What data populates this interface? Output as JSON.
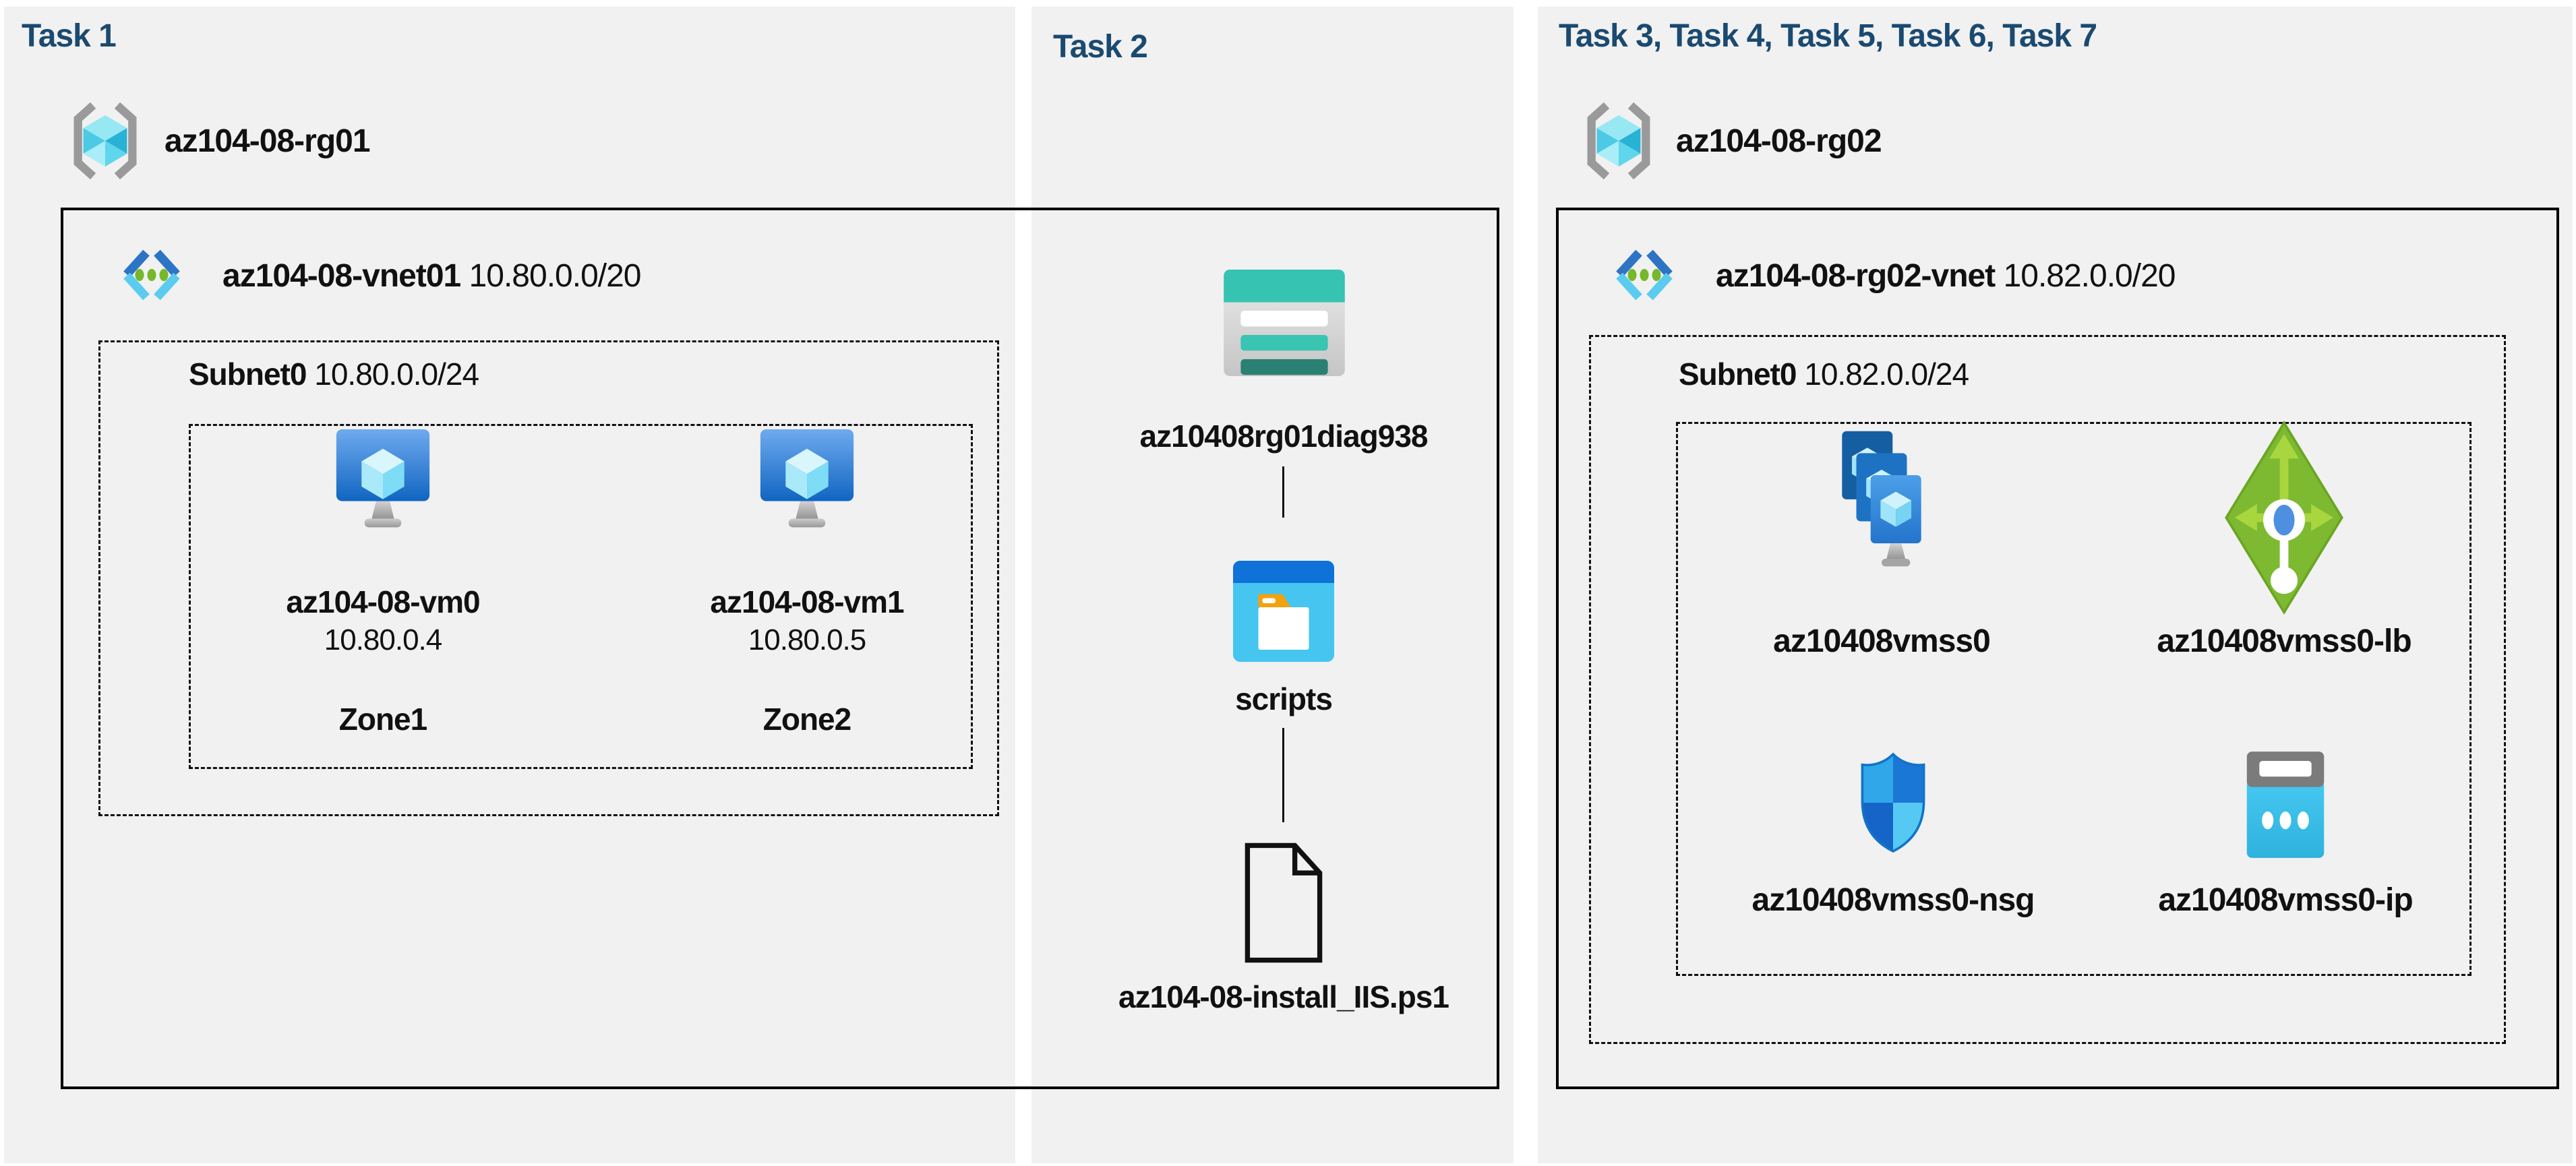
{
  "colors": {
    "header_blue": "#1b4a70",
    "panel_gray": "#f1f1f1",
    "storage_teal": "#36c3b2",
    "vm_blue": "#1065c1",
    "lb_green": "#7db931"
  },
  "task1": {
    "title": "Task 1",
    "resource_group": "az104-08-rg01",
    "vnet_name": "az104-08-vnet01",
    "vnet_cidr": "10.80.0.0/20",
    "subnet_name": "Subnet0",
    "subnet_cidr": "10.80.0.0/24",
    "vm0": {
      "name": "az104-08-vm0",
      "ip": "10.80.0.4",
      "zone": "Zone1"
    },
    "vm1": {
      "name": "az104-08-vm1",
      "ip": "10.80.0.5",
      "zone": "Zone2"
    }
  },
  "task2": {
    "title": "Task 2",
    "storage_account": "az10408rg01diag938",
    "container": "scripts",
    "script_file": "az104-08-install_IIS.ps1"
  },
  "task3": {
    "title": "Task 3, Task 4, Task 5, Task 6, Task 7",
    "resource_group": "az104-08-rg02",
    "vnet_name": "az104-08-rg02-vnet",
    "vnet_cidr": "10.82.0.0/20",
    "subnet_name": "Subnet0",
    "subnet_cidr": "10.82.0.0/24",
    "vmss": "az10408vmss0",
    "load_balancer": "az10408vmss0-lb",
    "nsg": "az10408vmss0-nsg",
    "public_ip": "az10408vmss0-ip"
  }
}
